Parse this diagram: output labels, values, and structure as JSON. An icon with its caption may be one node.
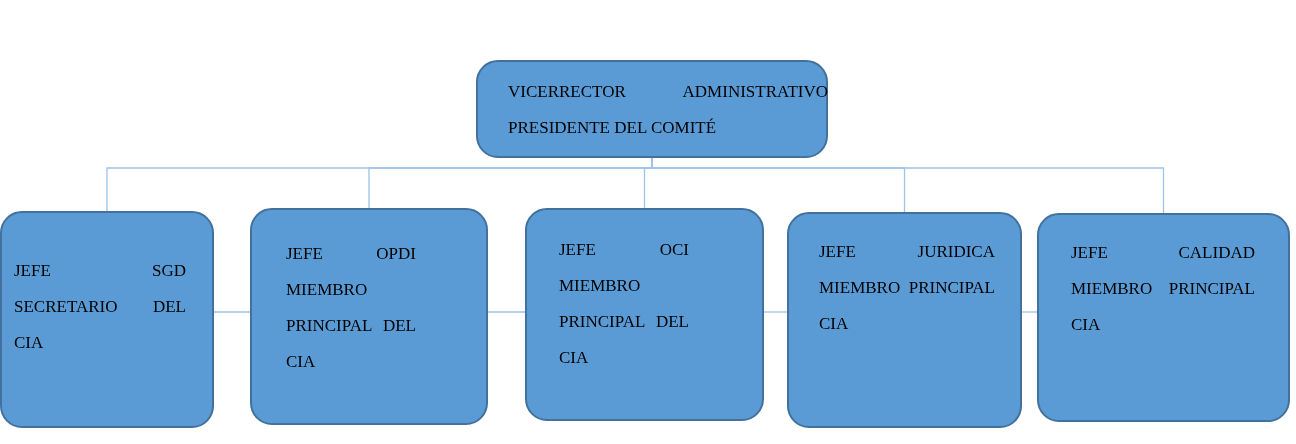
{
  "diagram": {
    "nodes": [
      {
        "text": [
          "VICERRECTOR ADMINISTRATIVO PRESIDENTE DEL COMITÉ"
        ]
      },
      {
        "text": [
          "JEFE SGD SECRETARIO DEL CIA"
        ]
      },
      {
        "text": [
          "JEFE OPDI MIEMBRO PRINCIPAL DEL CIA"
        ]
      },
      {
        "text": [
          "JEFE OCI MIEMBRO PRINCIPAL DEL CIA"
        ]
      },
      {
        "text": [
          "JEFE JURIDICA MIEMBRO PRINCIPAL CIA"
        ]
      },
      {
        "text": [
          "JEFE CALIDAD MIEMBRO PRINCIPAL CIA"
        ]
      }
    ],
    "edges": [
      {
        "from": 0,
        "to": 1,
        "arrow": "none"
      },
      {
        "from": 0,
        "to": 2,
        "arrow": "none"
      },
      {
        "from": 0,
        "to": 3,
        "arrow": "none"
      },
      {
        "from": 0,
        "to": 4,
        "arrow": "none"
      },
      {
        "from": 0,
        "to": 5,
        "arrow": "none"
      },
      {
        "from": 1,
        "to": 2,
        "arrow": "none"
      },
      {
        "from": 2,
        "to": 3,
        "arrow": "none"
      },
      {
        "from": 3,
        "to": 4,
        "arrow": "none"
      },
      {
        "from": 4,
        "to": 5,
        "arrow": "none"
      }
    ]
  }
}
